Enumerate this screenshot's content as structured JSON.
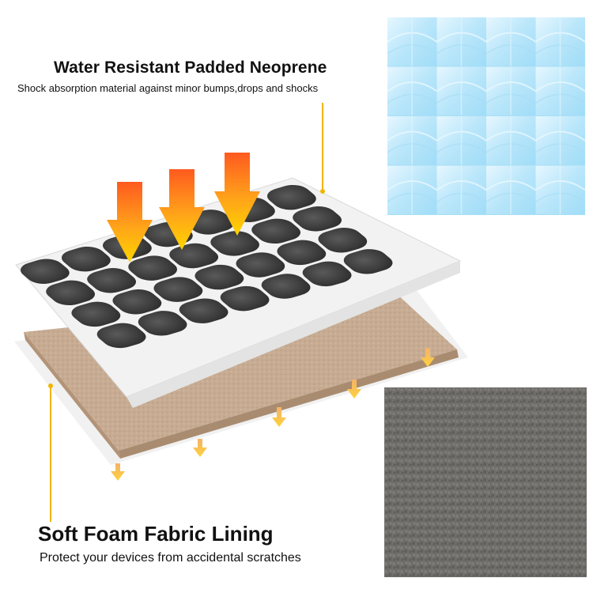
{
  "top_feature": {
    "title": "Water Resistant Padded Neoprene",
    "subtitle": "Shock absorption material against minor bumps,drops and shocks"
  },
  "bottom_feature": {
    "title": "Soft Foam Fabric Lining",
    "subtitle": "Protect your devices from accidental scratches"
  },
  "colors": {
    "leader_line": "#f2b400",
    "arrow_top": "#ffd000",
    "arrow_bottom": "#ff6b1a",
    "neoprene": "#3e3e3e",
    "lining": "#c7ac93",
    "swatch_blue": "#c9ecfb",
    "swatch_grey": "#6f6e6a"
  }
}
